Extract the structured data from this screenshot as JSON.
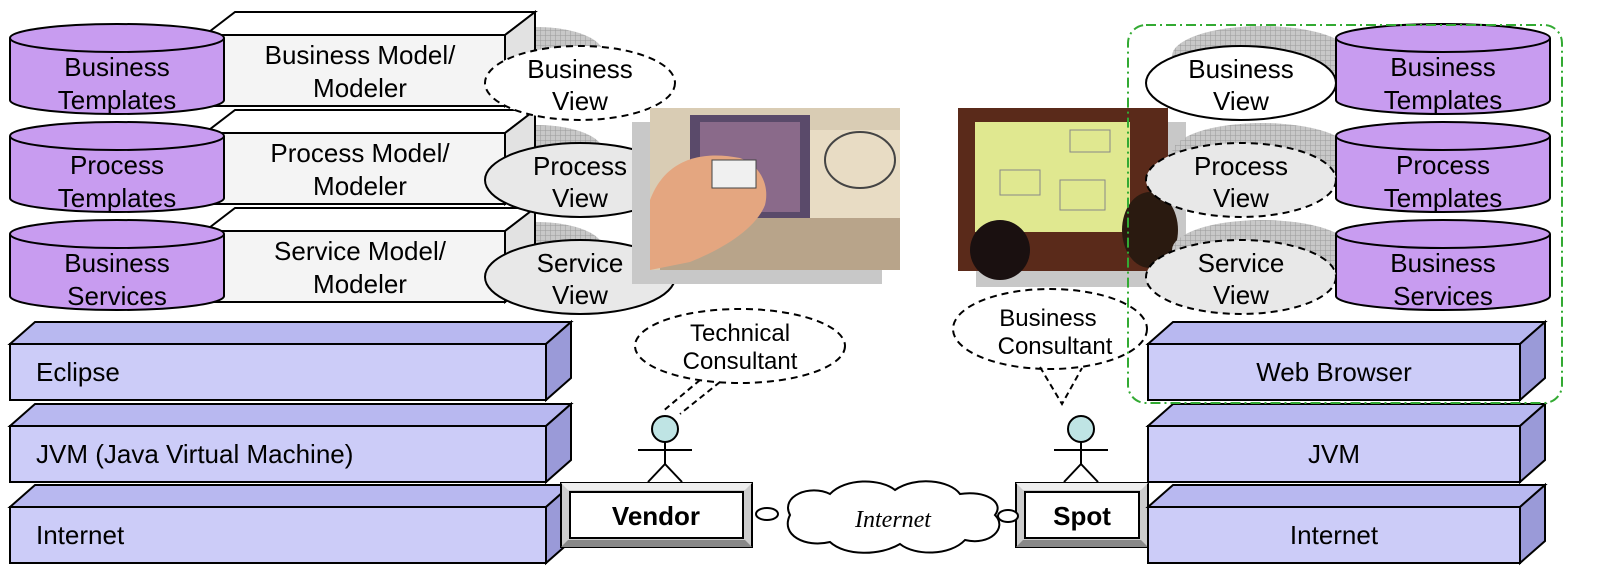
{
  "left": {
    "cylinders": [
      {
        "line1": "Business",
        "line2": "Templates"
      },
      {
        "line1": "Process",
        "line2": "Templates"
      },
      {
        "line1": "Business",
        "line2": "Services"
      }
    ],
    "models": [
      {
        "line1": "Business Model/",
        "line2": "Modeler"
      },
      {
        "line1": "Process Model/",
        "line2": "Modeler"
      },
      {
        "line1": "Service Model/",
        "line2": "Modeler"
      }
    ],
    "views": [
      {
        "line1": "Business",
        "line2": "View"
      },
      {
        "line1": "Process",
        "line2": "View"
      },
      {
        "line1": "Service",
        "line2": "View"
      }
    ],
    "layers": [
      "Eclipse",
      "JVM (Java Virtual Machine)",
      "Internet"
    ]
  },
  "right": {
    "cylinders": [
      {
        "line1": "Business",
        "line2": "Templates"
      },
      {
        "line1": "Process",
        "line2": "Templates"
      },
      {
        "line1": "Business",
        "line2": "Services"
      }
    ],
    "views": [
      {
        "line1": "Business",
        "line2": "View"
      },
      {
        "line1": "Process",
        "line2": "View"
      },
      {
        "line1": "Service",
        "line2": "View"
      }
    ],
    "layers": [
      "Web Browser",
      "JVM",
      "Internet"
    ]
  },
  "center": {
    "vendor_label": "Vendor",
    "spot_label": "Spot",
    "internet_cloud_label": "Internet",
    "technical_consultant": {
      "line1": "Technical",
      "line2": "Consultant"
    },
    "business_consultant": {
      "line1": "Business",
      "line2": "Consultant"
    }
  },
  "colors": {
    "cylinder_fill": "#c89cf0",
    "layer_front": "#ccccf8",
    "layer_top": "#b8b8f0",
    "layer_side": "#9a9ad8",
    "model_fill": "#f4f4f4",
    "view_fill": "#e8e8e8",
    "actor_head": "#bfe4e4",
    "group_outline": "#33aa33"
  }
}
